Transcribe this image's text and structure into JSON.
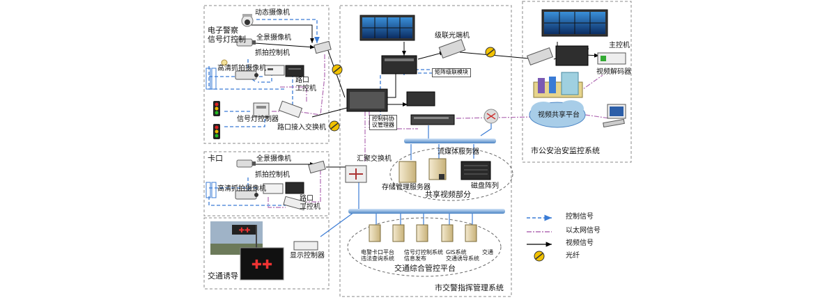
{
  "sections": {
    "ep": {
      "title": "电子警察\n信号灯控制"
    },
    "kakou": {
      "title": "卡口"
    },
    "guide": {
      "title": "交通诱导"
    },
    "center": {
      "title": "市交警指挥管理系统"
    },
    "city": {
      "title": "市公安治安监控系统"
    }
  },
  "ep": {
    "dome_camera": "动态摄像机",
    "pano_camera": "全景摄像机",
    "capture_ctrl": "抓拍控制机",
    "hd_camera": "高清抓拍摄像机",
    "ipc": "路口\n工控机",
    "signal_ctrl": "信号灯控制器",
    "access_switch": "路口接入交换机"
  },
  "kakou": {
    "pano_camera": "全景摄像机",
    "capture_ctrl": "抓拍控制机",
    "hd_camera": "高清抓拍摄像机",
    "ipc": "路口\n工控机"
  },
  "guide": {
    "display_ctrl": "显示控制器"
  },
  "center": {
    "cascade_optical": "级联光端机",
    "matrix_module": "矩阵级联模块",
    "codec_mgr": "控制码协\n议管理器",
    "streaming": "流媒体服务器",
    "agg_switch": "汇聚交换机",
    "storage_mgr": "存储管理服务器",
    "disk_array": "磁盘阵列",
    "share_part": "共享视频部分",
    "platform": "交通综合管控平台",
    "svc1": "电警卡口平台\n违法查询系统",
    "svc2": "信号灯控制系统\n信息发布",
    "svc3": "GIS系统\n交通诱导系统",
    "svc4": "交通"
  },
  "city": {
    "host": "主控机",
    "decoder": "视频解码器",
    "share_platform": "视频共享平台"
  },
  "legend": [
    {
      "label": "控制信号",
      "kind": "control",
      "color": "#3a7bd5"
    },
    {
      "label": "以太网信号",
      "kind": "ethernet",
      "color": "#b06ab3"
    },
    {
      "label": "视频信号",
      "kind": "video",
      "color": "#000000"
    },
    {
      "label": "光纤",
      "kind": "fiber",
      "color": "#f2c200"
    }
  ]
}
